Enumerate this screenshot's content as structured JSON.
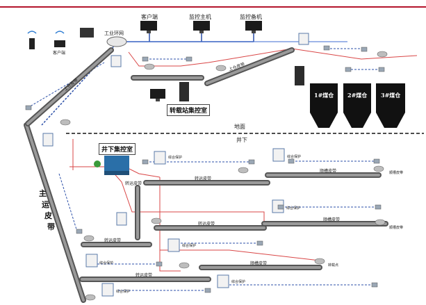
{
  "network": {
    "industrial_ring": "工业环网",
    "clients": [
      "客户端",
      "客户端"
    ],
    "client_top": "客户端",
    "host_main": "监控主机",
    "host_backup": "监控备机"
  },
  "rooms": {
    "transfer_control_room": "转载站集控室",
    "underground_control_room": "井下集控室"
  },
  "boundary": {
    "ground": "地面",
    "underground": "井下"
  },
  "bunkers": [
    "1#煤仓",
    "2#煤仓",
    "3#煤仓"
  ],
  "main_belt": "主运皮带",
  "belts": {
    "upper_belt": "上仓皮带",
    "upper_belt_2": "上仓皮带",
    "transfer_1": "转运皮带",
    "roadway": "顺槽皮带",
    "transfer_2": "转运皮带",
    "roadway_2": "顺槽皮带",
    "transfer_3": "转运皮带",
    "transfer_4": "转运皮带",
    "roadway_3": "顺槽皮带",
    "transfer_5": "转运皮带"
  },
  "small_labels": {
    "protect": "综合保护",
    "roadway_belt_small": "顺槽皮带",
    "transfer_small": "转载点"
  }
}
